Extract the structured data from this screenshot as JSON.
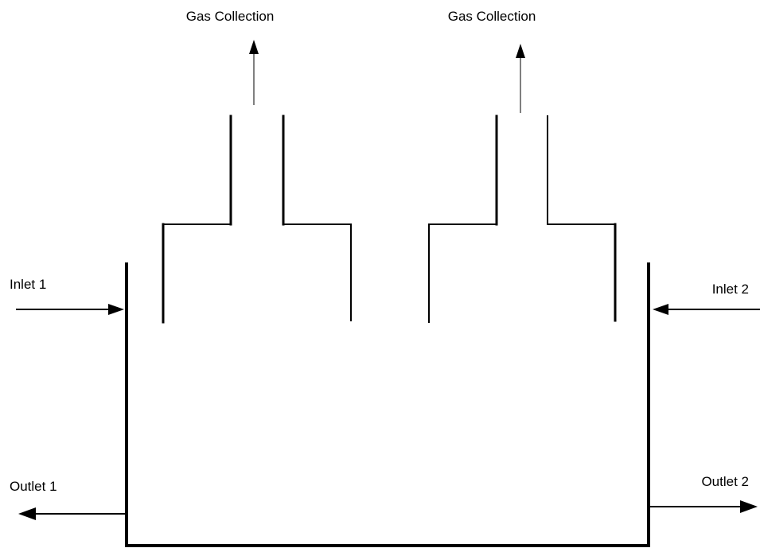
{
  "labels": {
    "gas_collection_1": "Gas Collection",
    "gas_collection_2": "Gas Collection",
    "inlet_1": "Inlet 1",
    "inlet_2": "Inlet 2",
    "outlet_1": "Outlet 1",
    "outlet_2": "Outlet 2"
  },
  "colors": {
    "stroke": "#000000",
    "background": "#ffffff"
  }
}
